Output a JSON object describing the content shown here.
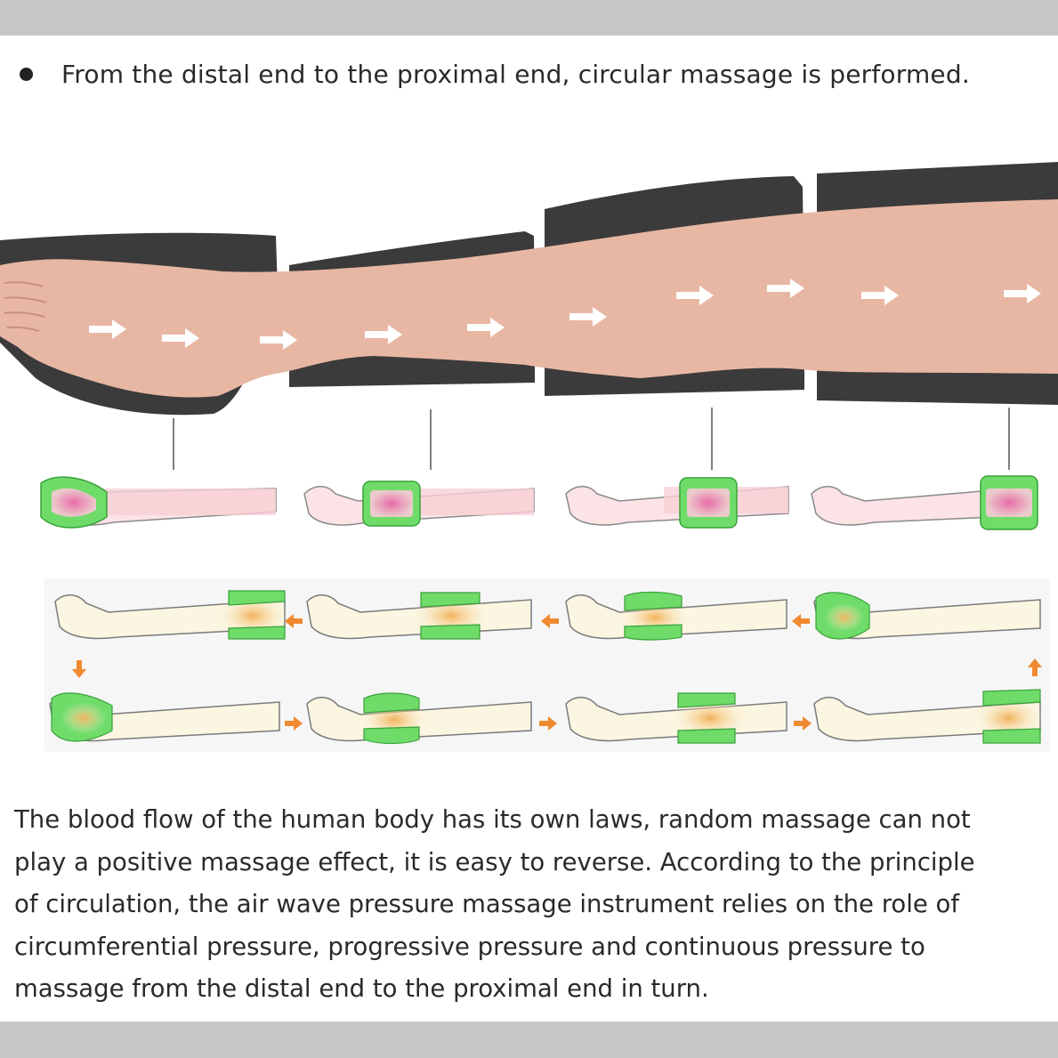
{
  "header": {
    "bullet_text": "From the distal end to the proximal end, circular massage is performed."
  },
  "description": {
    "lines": [
      "The blood flow of the human body has its own laws, random massage can not",
      "play a positive massage effect, it is easy to reverse. According to the principle",
      "of circulation, the air wave pressure massage instrument relies on the role of",
      "circumferential pressure, progressive pressure and continuous pressure to",
      "massage from the distal end to the proximal end in turn."
    ]
  },
  "colors": {
    "background": "#ffffff",
    "band": "#c6c6c6",
    "skin": "#e8b7a3",
    "wrap": "#3b3b3b",
    "chamber_green": "#6fdc6a",
    "chamber_glow_top": "#f8c8d2",
    "warm_glow": "#f4c27a",
    "pale_leg": "#fbf6e2",
    "arrow_orange": "#f08a30",
    "text": "#2a2a2a"
  }
}
